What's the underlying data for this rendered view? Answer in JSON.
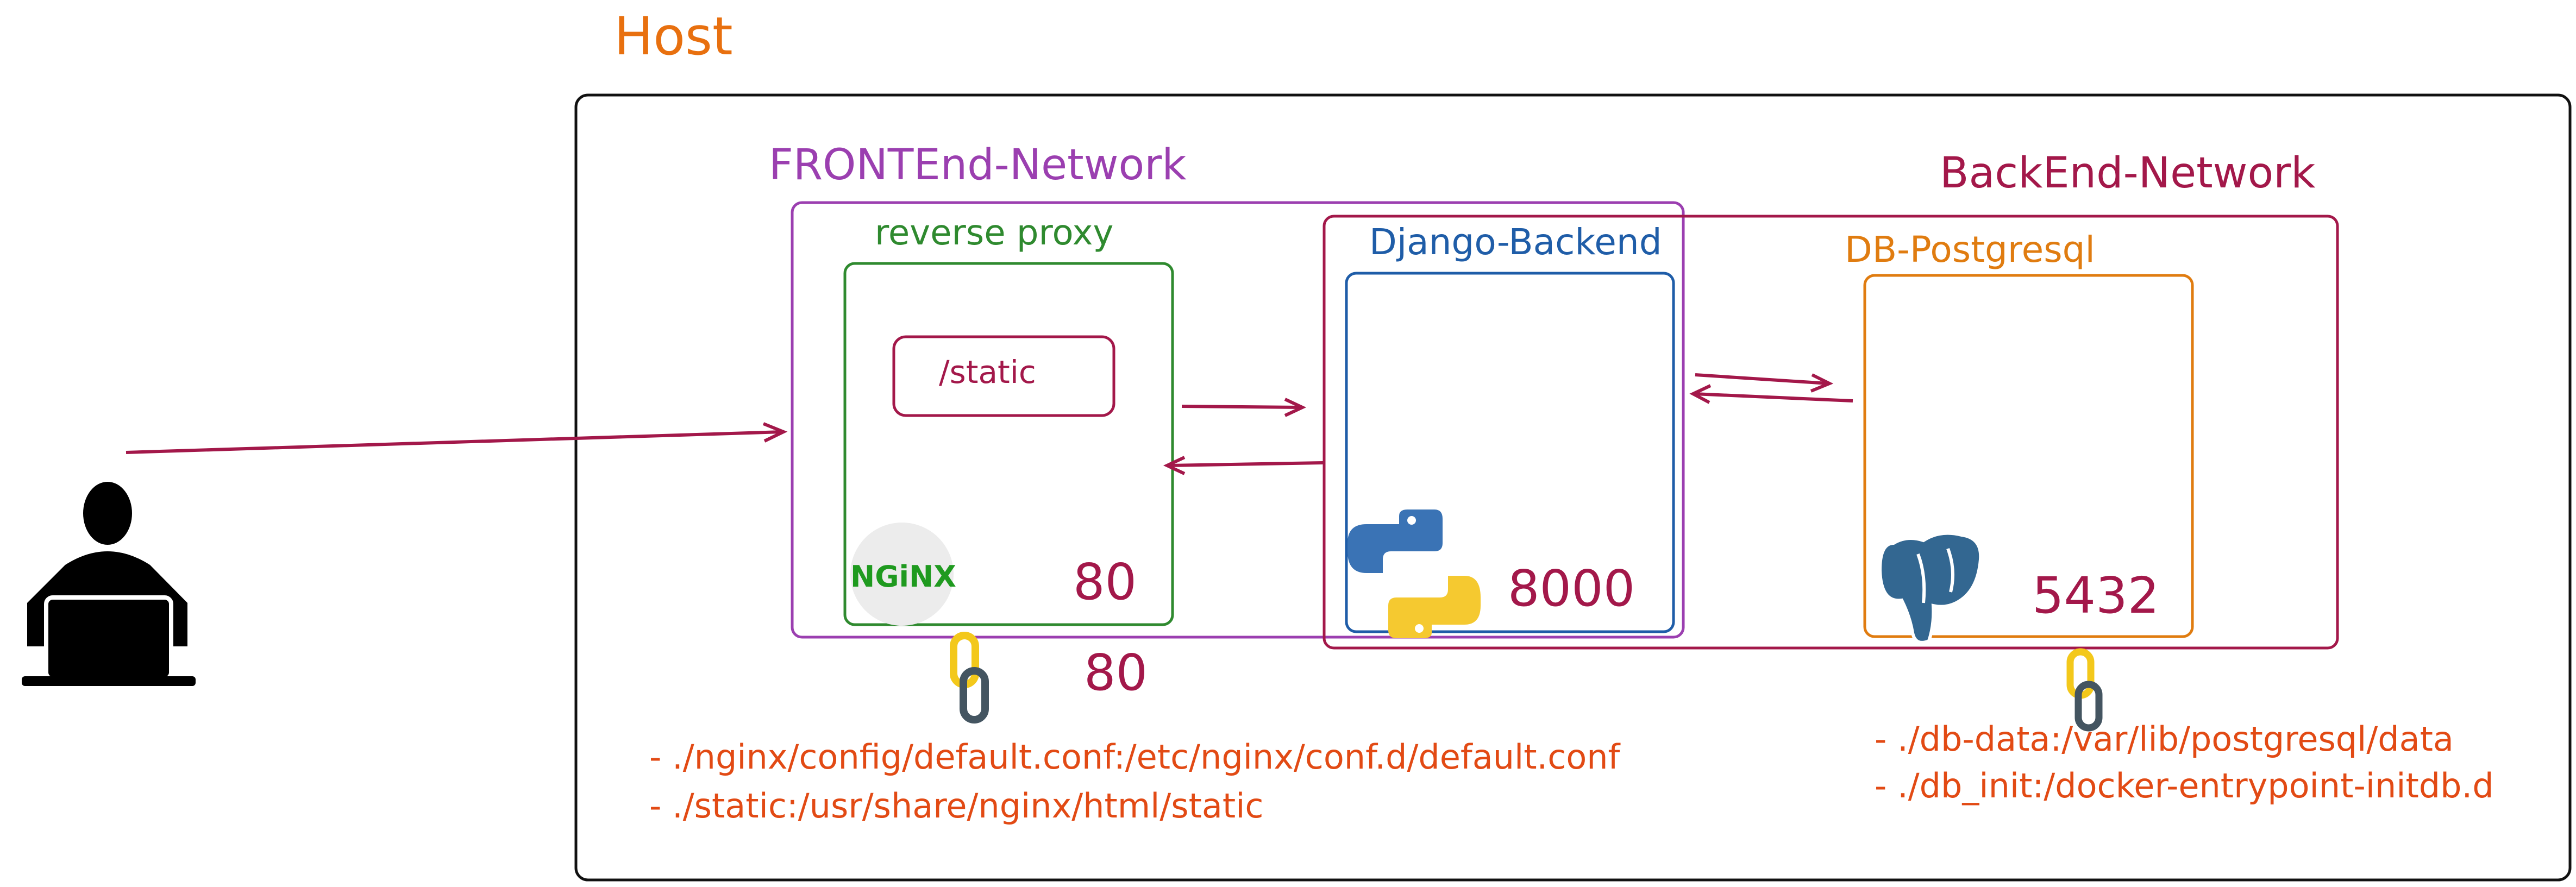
{
  "host": {
    "label": "Host"
  },
  "frontend_network": {
    "label": "FRONTEnd-Network"
  },
  "backend_network": {
    "label": "BackEnd-Network"
  },
  "reverse_proxy": {
    "label": "reverse proxy",
    "static_box": "/static",
    "logo": "NGiNX",
    "port": "80"
  },
  "django": {
    "label": "Django-Backend",
    "port": "8000",
    "icon": "python-logo-icon"
  },
  "db": {
    "label": "DB-Postgresql",
    "port": "5432",
    "icon": "postgres-elephant-icon"
  },
  "host_port": "80",
  "nginx_volumes": [
    "- ./nginx/config/default.conf:/etc/nginx/conf.d/default.conf",
    "- ./static:/usr/share/nginx/html/static"
  ],
  "db_volumes": [
    "- ./db-data:/var/lib/postgresql/data",
    "- ./db_init:/docker-entrypoint-initdb.d"
  ],
  "colors": {
    "host": "#e8700f",
    "frontend": "#9b3fb0",
    "backend": "#a3184a",
    "proxy": "#2f8a2f",
    "django": "#1f5da8",
    "db": "#e07c10",
    "volumes": "#e24a14",
    "arrows": "#a3184a"
  }
}
